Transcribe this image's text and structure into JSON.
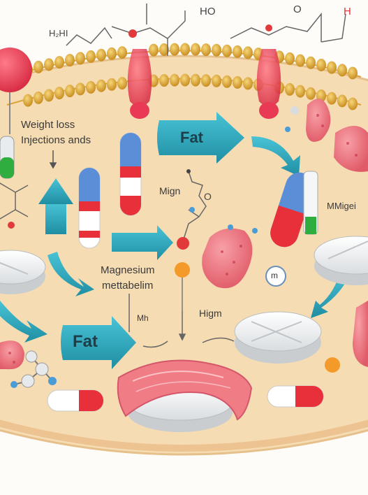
{
  "labels": {
    "weight_loss_line1": "Weight loss",
    "weight_loss_line2": "Injections ands",
    "mign": "Mign",
    "mmigei": "MMigei",
    "magnesium_line1": "Magnesium",
    "magnesium_line2": "mettabelim",
    "mh": "Mh",
    "higm": "Higm",
    "m_circle": "m"
  },
  "arrows": {
    "fat_top": "Fat",
    "fat_bottom": "Fat"
  },
  "chem": {
    "top_left": "H₂HI",
    "top_mid": "HO",
    "top_right": "O",
    "top_right_h": "H",
    "mol_o": "O"
  },
  "colors": {
    "background": "#f6dcb3",
    "membrane": "#e0ac3a",
    "arrow_teal": "#29a6bc",
    "pill_red": "#e8303a",
    "pill_blue": "#5a8fd8",
    "pill_green": "#2fae3f",
    "fat_cell": "#f07c86"
  }
}
